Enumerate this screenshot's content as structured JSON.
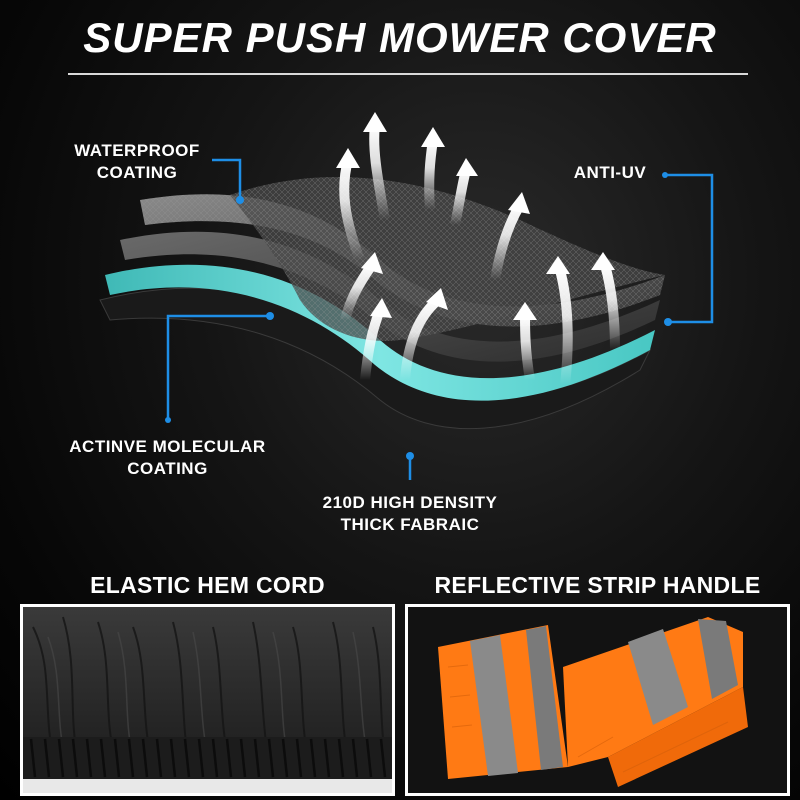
{
  "title": "SUPER PUSH MOWER COVER",
  "callouts": {
    "waterproof": "WATERPROOF COATING",
    "anti_uv": "ANTI-UV",
    "molecular": "ACTINVE MOLECULAR COATING",
    "fabric": "210D HIGH DENSITY THICK FABRAIC"
  },
  "features": {
    "left_title": "ELASTIC HEM CORD",
    "right_title": "REFLECTIVE STRIP HANDLE"
  },
  "colors": {
    "accent_cyan": "#5fd3d0",
    "callout_line": "#1e8ee6",
    "handle_orange": "#ff7a14",
    "reflective_gray": "#8a8a8a"
  }
}
